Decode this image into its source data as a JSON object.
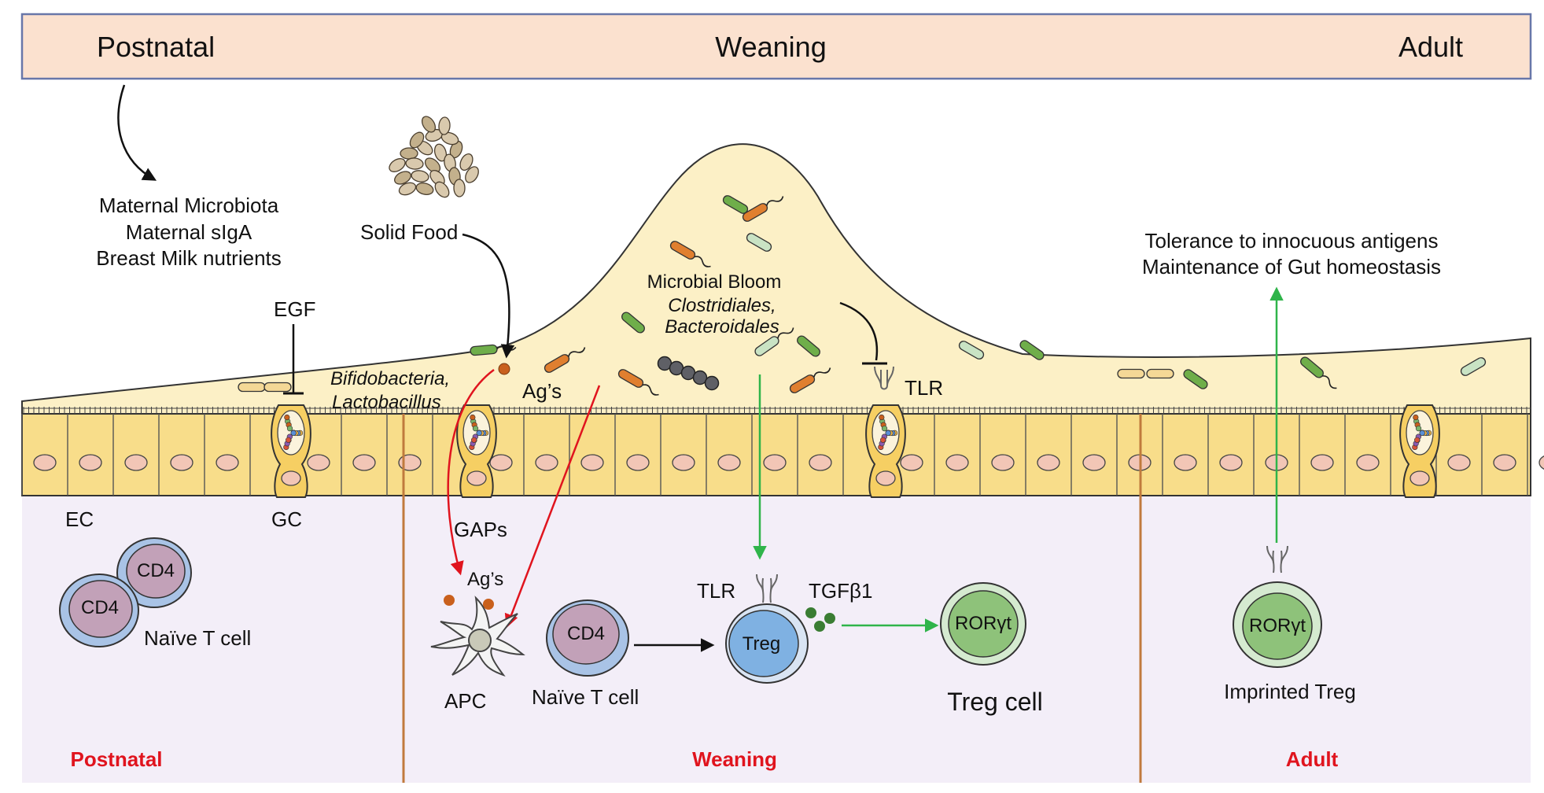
{
  "timeline": {
    "postnatal": "Postnatal",
    "weaning": "Weaning",
    "adult": "Adult"
  },
  "postnatal": {
    "inputs": [
      "Maternal Microbiota",
      "Maternal sIgA",
      "Breast Milk nutrients"
    ],
    "egf": "EGF",
    "ec": "EC",
    "gc": "GC",
    "cd4_a": "CD4",
    "cd4_b": "CD4",
    "naive": "Naïve T cell",
    "bacteria": [
      "Bifidobacteria,",
      "Lactobacillus"
    ],
    "section": "Postnatal"
  },
  "weaning": {
    "solid_food": "Solid Food",
    "ags_lumen": "Ag’s",
    "microbial_bloom": "Microbial Bloom",
    "bloom_taxa": [
      "Clostridiales,",
      "Bacteroidales"
    ],
    "tlr_epithelium": "TLR",
    "gaps": "GAPs",
    "ags_lp": "Ag’s",
    "apc": "APC",
    "cd4": "CD4",
    "naive": "Naïve T cell",
    "tlr_treg": "TLR",
    "treg": "Treg",
    "tgf": "TGFβ1",
    "ror": "RORγt",
    "treg_cell": "Treg cell",
    "section": "Weaning"
  },
  "adult": {
    "outcomes": [
      "Tolerance to innocuous antigens",
      "Maintenance of Gut  homeostasis"
    ],
    "ror": "RORγt",
    "imprinted": "Imprinted Treg",
    "section": "Adult"
  },
  "colors": {
    "banner": "#fbe1cf",
    "banner_border": "#6877a9",
    "lumen": "#fcf0c6",
    "epithelium": "#f8dd8a",
    "nucleus": "#f2c6b6",
    "lamina_propria": "#f3eef8",
    "divider": "#c07a3d",
    "red_arrow": "#e0141e",
    "green_arrow": "#2fb44a",
    "stage_text": "#e0141e"
  },
  "icons": [
    "food-pile-icon",
    "goblet-cell-icon",
    "rod-bacterium-icon",
    "coccus-chain-icon",
    "tlr-receptor-icon",
    "apc-dendritic-icon",
    "t-cell-icon"
  ]
}
